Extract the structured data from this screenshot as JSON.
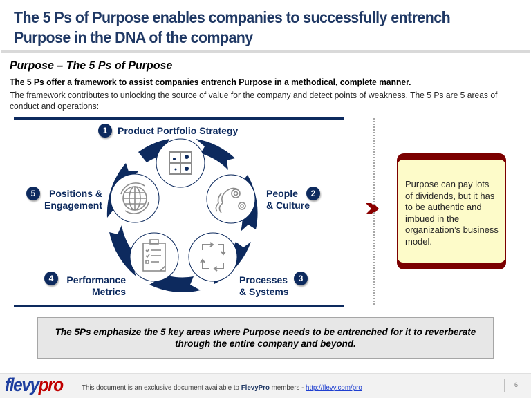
{
  "header": {
    "title_line1": "The 5 Ps of Purpose enables companies to successfully entrench",
    "title_line2": "Purpose in the DNA of the company"
  },
  "section": {
    "subtitle": "Purpose – The 5 Ps of Purpose",
    "lead": "The 5 Ps offer a framework to assist companies entrench Purpose in a methodical, complete manner.",
    "body": "The framework contributes to unlocking the source of value for the company and detect points of weakness.  The 5 Ps are 5 areas of conduct and operations:"
  },
  "framework": {
    "items": [
      {
        "number": "1",
        "label_line1": "Product Portfolio Strategy",
        "label_line2": "",
        "icon": "matrix-grid-icon"
      },
      {
        "number": "2",
        "label_line1": "People",
        "label_line2": "& Culture",
        "icon": "head-gears-icon"
      },
      {
        "number": "3",
        "label_line1": "Processes",
        "label_line2": "& Systems",
        "icon": "process-cycle-arrows-icon"
      },
      {
        "number": "4",
        "label_line1": "Performance",
        "label_line2": "Metrics",
        "icon": "clipboard-checklist-icon"
      },
      {
        "number": "5",
        "label_line1": "Positions &",
        "label_line2": "Engagement",
        "icon": "globe-rotate-icon"
      }
    ],
    "colors": {
      "ring": "#0d2a5e",
      "icon": "#8c8c8c",
      "accent": "#7b0000"
    }
  },
  "callout": {
    "text": "Purpose can pay lots of dividends, but it has to be authentic and imbued in the organization’s business model."
  },
  "summary": {
    "text": "The 5Ps emphasize the 5 key areas where Purpose needs to be entrenched for it to reverberate through the entire company and beyond."
  },
  "footer": {
    "logo_part1": "flevy",
    "logo_part2": "pro",
    "text_prefix": "This document is an exclusive document available to ",
    "brand": "FlevyPro",
    "text_suffix": " members - ",
    "link": "http://flevy.com/pro",
    "page_number": "6"
  }
}
